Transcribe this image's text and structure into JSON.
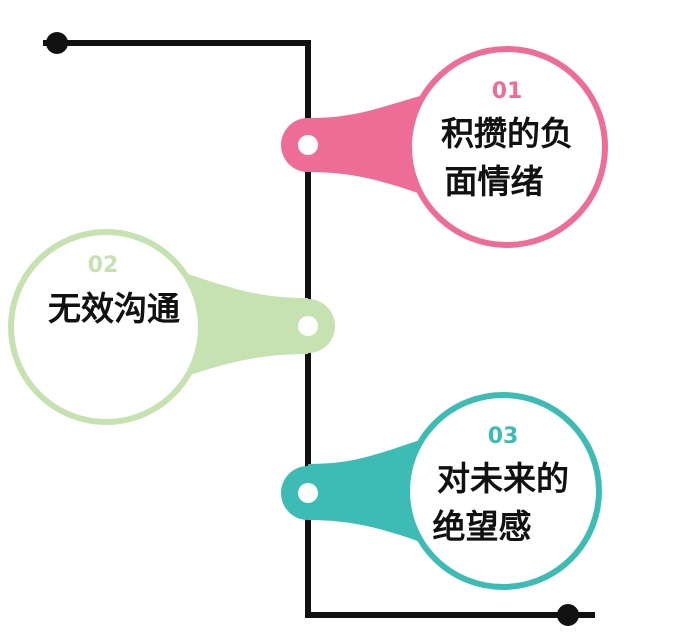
{
  "colors": {
    "line": "#111111",
    "pink": "#ee6d96",
    "green": "#c6e2b0",
    "teal": "#3cbcb4"
  },
  "items": [
    {
      "number": "01",
      "lines": [
        "积攒的负",
        "面情绪"
      ]
    },
    {
      "number": "02",
      "lines": [
        "无效沟通"
      ]
    },
    {
      "number": "03",
      "lines": [
        "对未来的",
        "绝望感"
      ]
    }
  ]
}
